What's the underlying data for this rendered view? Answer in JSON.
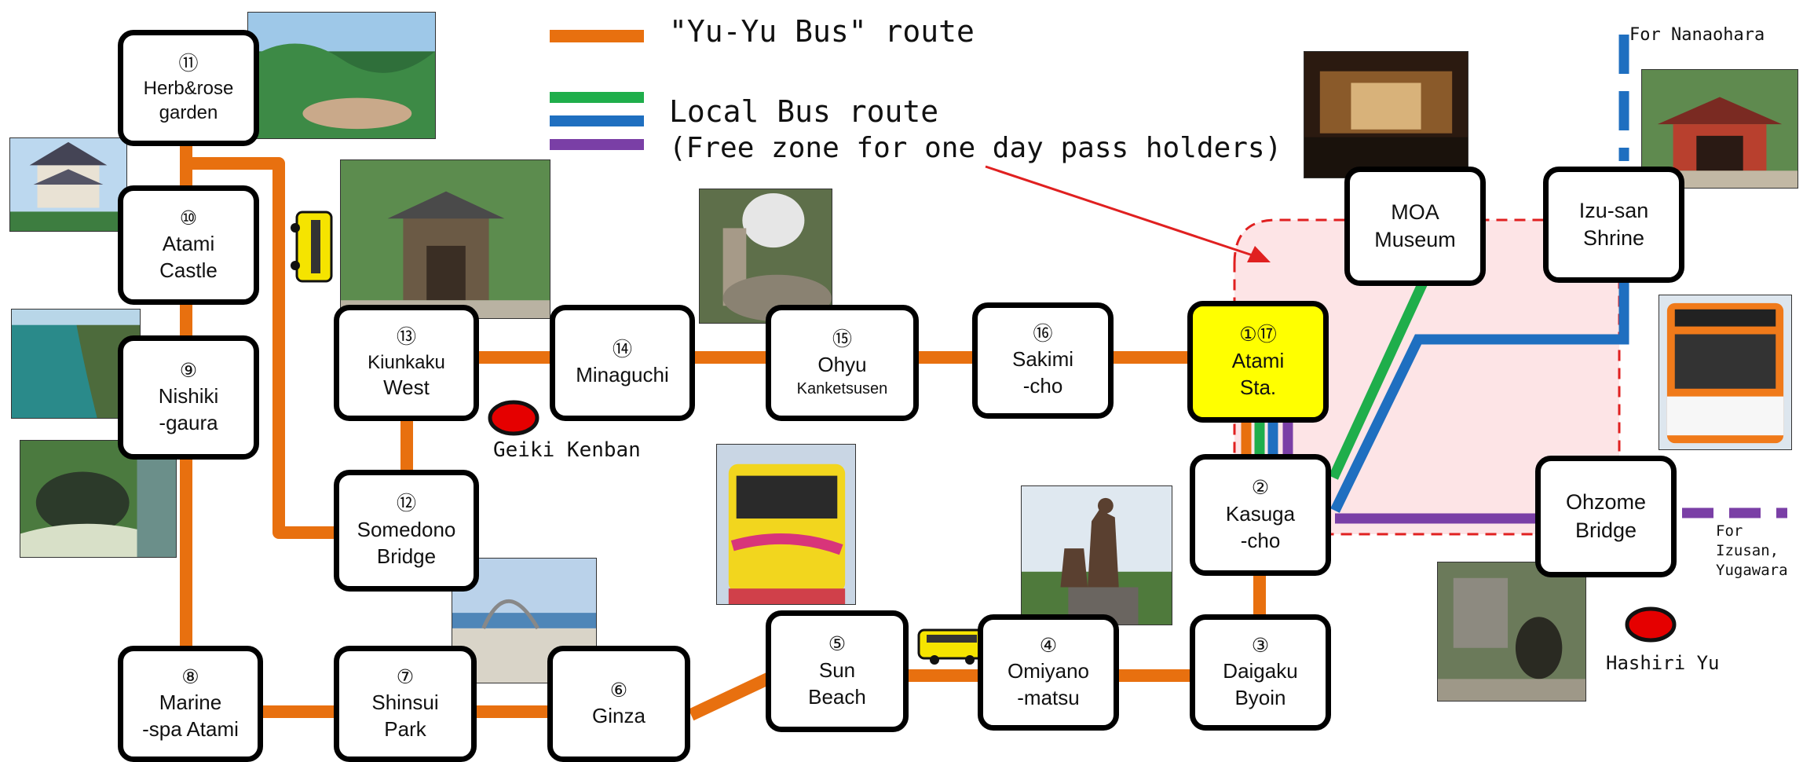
{
  "legend": {
    "yuyu_label": "\"Yu-Yu Bus\" route",
    "local_label": "Local Bus route",
    "free_zone_label": "(Free zone for one day pass holders)"
  },
  "colors": {
    "yuyu": "#e8700f",
    "green": "#1fae4b",
    "blue": "#1f6fc0",
    "purple": "#7a3fa6",
    "zone_fill": "#fde4e6",
    "zone_border": "#e02020",
    "highlight": "#ffff00"
  },
  "stops": {
    "s11": {
      "num": "⑪",
      "l1": "Herb&rose",
      "l2": "garden"
    },
    "s10": {
      "num": "⑩",
      "l1": "Atami",
      "l2": "Castle"
    },
    "s9": {
      "num": "⑨",
      "l1": "Nishiki",
      "l2": "-gaura"
    },
    "s8": {
      "num": "⑧",
      "l1": "Marine",
      "l2": "-spa Atami"
    },
    "s13": {
      "num": "⑬",
      "l1": "Kiunkaku",
      "l2": "West"
    },
    "s12": {
      "num": "⑫",
      "l1": "Somedono",
      "l2": "Bridge"
    },
    "s14": {
      "num": "⑭",
      "l1": "Minaguchi",
      "l2": ""
    },
    "s15": {
      "num": "⑮",
      "l1": "Ohyu",
      "l2": "Kanketsusen"
    },
    "s16": {
      "num": "⑯",
      "l1": "Sakimi",
      "l2": "-cho"
    },
    "s1": {
      "num": "①⑰",
      "l1": "Atami",
      "l2": "Sta."
    },
    "s2": {
      "num": "②",
      "l1": "Kasuga",
      "l2": "-cho"
    },
    "s3": {
      "num": "③",
      "l1": "Daigaku",
      "l2": "Byoin"
    },
    "s4": {
      "num": "④",
      "l1": "Omiyano",
      "l2": "-matsu"
    },
    "s5": {
      "num": "⑤",
      "l1": "Sun",
      "l2": "Beach"
    },
    "s6": {
      "num": "⑥",
      "l1": "Ginza",
      "l2": ""
    },
    "s7": {
      "num": "⑦",
      "l1": "Shinsui",
      "l2": "Park"
    },
    "moa": {
      "num": "",
      "l1": "MOA",
      "l2": "Museum"
    },
    "izu": {
      "num": "",
      "l1": "Izu-san",
      "l2": "Shrine"
    },
    "ohzome": {
      "num": "",
      "l1": "Ohzome",
      "l2": "Bridge"
    }
  },
  "labels": {
    "geiki": "Geiki Kenban",
    "hashiri": "Hashiri Yu",
    "nanaohara": "For Nanaohara",
    "izusan_1": "For",
    "izusan_2": "Izusan,",
    "izusan_3": "Yugawara"
  },
  "icons": {
    "bus": "bus-icon",
    "hot_spring": "hot-spring-marker-icon",
    "arrow": "arrow-icon"
  }
}
